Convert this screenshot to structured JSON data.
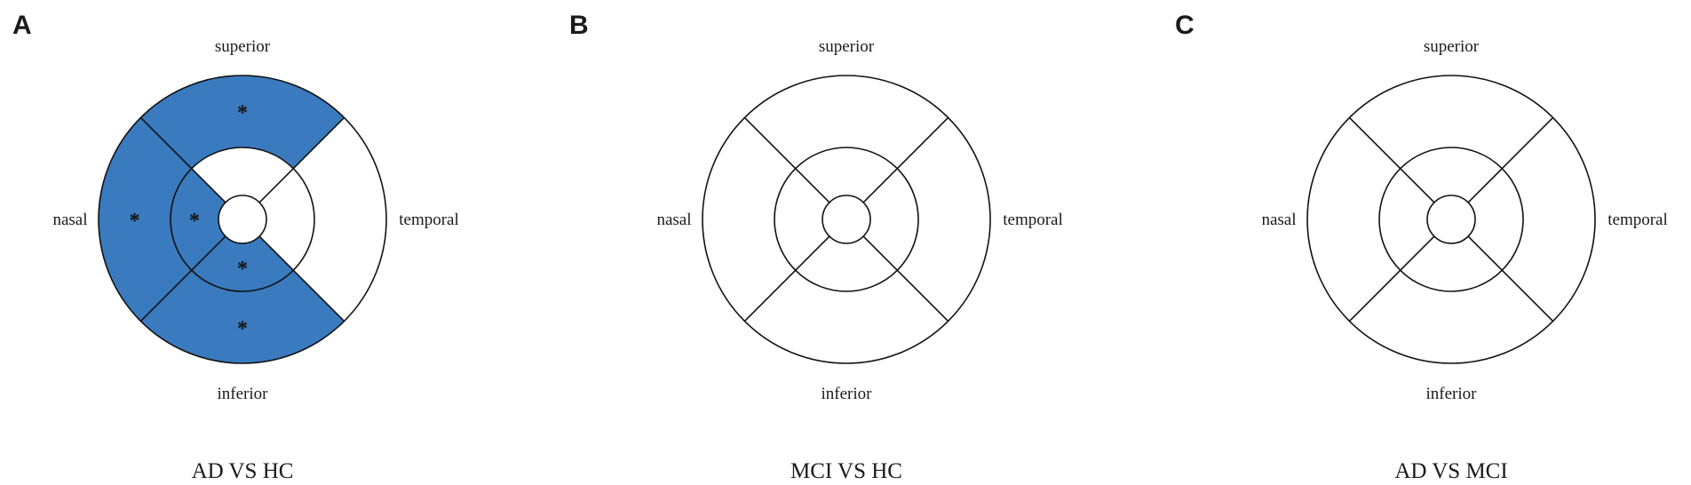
{
  "colors": {
    "highlight": "#3a7abf",
    "line": "#111111",
    "background": "#ffffff"
  },
  "panels": [
    {
      "letter": "A",
      "caption": "AD VS HC",
      "labels": {
        "superior": "superior",
        "nasal": "nasal",
        "temporal": "temporal",
        "inferior": "inferior"
      },
      "regions": [
        {
          "id": "outer-superior",
          "significant": true,
          "marker": "*"
        },
        {
          "id": "outer-nasal",
          "significant": true,
          "marker": "*"
        },
        {
          "id": "outer-inferior",
          "significant": true,
          "marker": "*"
        },
        {
          "id": "outer-temporal",
          "significant": false,
          "marker": ""
        },
        {
          "id": "inner-superior",
          "significant": false,
          "marker": ""
        },
        {
          "id": "inner-nasal",
          "significant": true,
          "marker": "*"
        },
        {
          "id": "inner-inferior",
          "significant": true,
          "marker": "*"
        },
        {
          "id": "inner-temporal",
          "significant": false,
          "marker": ""
        }
      ]
    },
    {
      "letter": "B",
      "caption": "MCI VS HC",
      "labels": {
        "superior": "superior",
        "nasal": "nasal",
        "temporal": "temporal",
        "inferior": "inferior"
      },
      "regions": [
        {
          "id": "outer-superior",
          "significant": false,
          "marker": ""
        },
        {
          "id": "outer-nasal",
          "significant": false,
          "marker": ""
        },
        {
          "id": "outer-inferior",
          "significant": false,
          "marker": ""
        },
        {
          "id": "outer-temporal",
          "significant": false,
          "marker": ""
        },
        {
          "id": "inner-superior",
          "significant": false,
          "marker": ""
        },
        {
          "id": "inner-nasal",
          "significant": false,
          "marker": ""
        },
        {
          "id": "inner-inferior",
          "significant": false,
          "marker": ""
        },
        {
          "id": "inner-temporal",
          "significant": false,
          "marker": ""
        }
      ]
    },
    {
      "letter": "C",
      "caption": "AD VS MCI",
      "labels": {
        "superior": "superior",
        "nasal": "nasal",
        "temporal": "temporal",
        "inferior": "inferior"
      },
      "regions": [
        {
          "id": "outer-superior",
          "significant": false,
          "marker": ""
        },
        {
          "id": "outer-nasal",
          "significant": false,
          "marker": ""
        },
        {
          "id": "outer-inferior",
          "significant": false,
          "marker": ""
        },
        {
          "id": "outer-temporal",
          "significant": false,
          "marker": ""
        },
        {
          "id": "inner-superior",
          "significant": false,
          "marker": ""
        },
        {
          "id": "inner-nasal",
          "significant": false,
          "marker": ""
        },
        {
          "id": "inner-inferior",
          "significant": false,
          "marker": ""
        },
        {
          "id": "inner-temporal",
          "significant": false,
          "marker": ""
        }
      ]
    }
  ]
}
